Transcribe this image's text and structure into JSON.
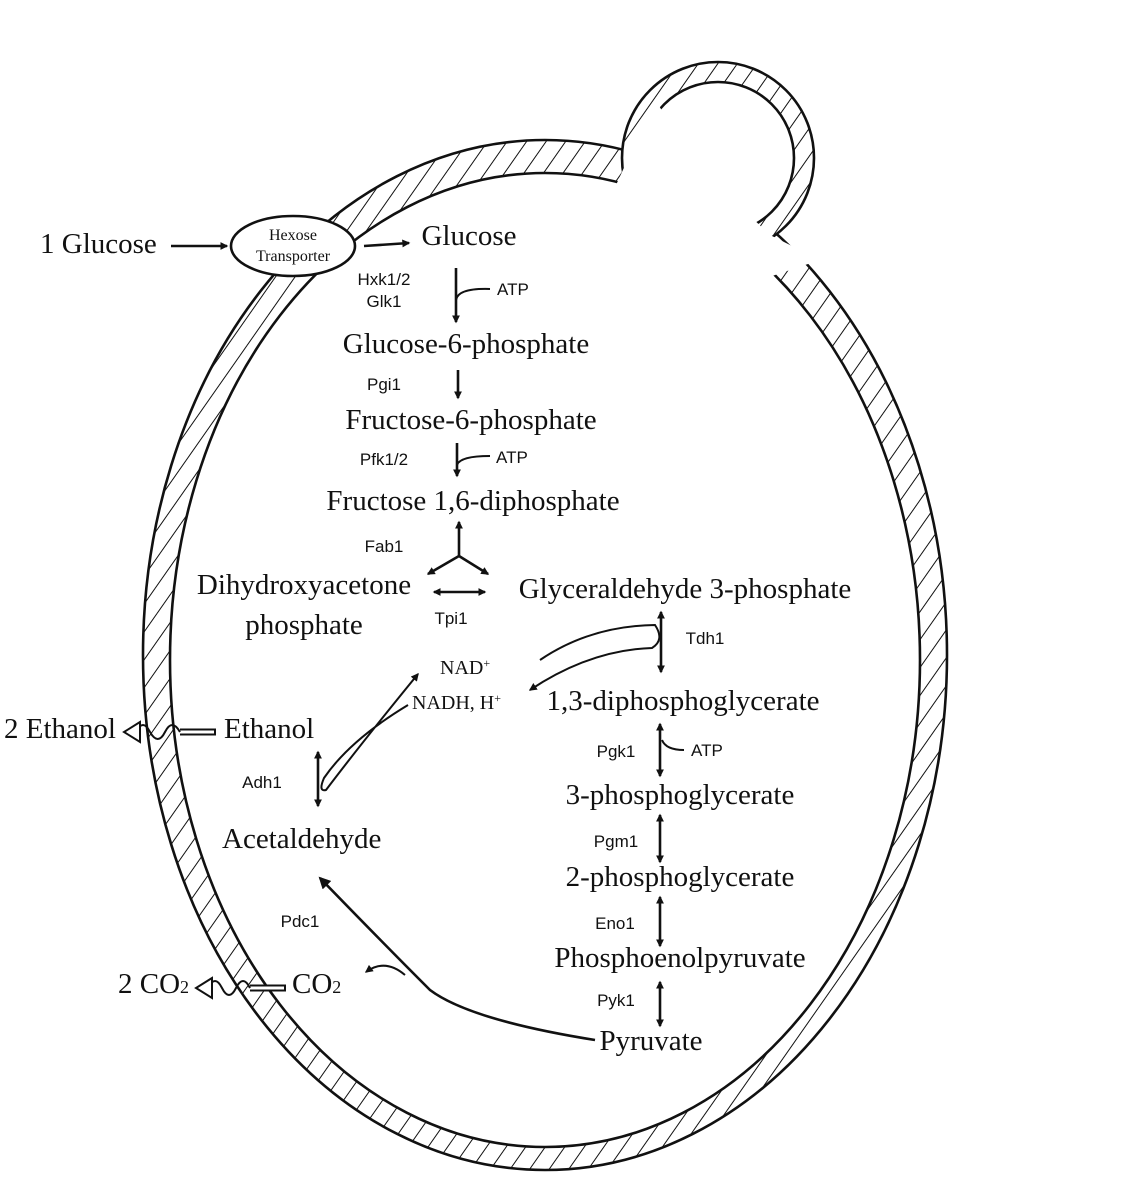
{
  "colors": {
    "ink": "#111111",
    "background": "#ffffff"
  },
  "external": {
    "glucose_in": "1 Glucose",
    "ethanol_out": "2 Ethanol",
    "co2_out_prefix": "2 CO",
    "co2_out_sub": "2"
  },
  "transporter": {
    "line1": "Hexose",
    "line2": "Transporter"
  },
  "metabolites": {
    "glucose": "Glucose",
    "g6p": "Glucose-6-phosphate",
    "f6p": "Fructose-6-phosphate",
    "f16bp": "Fructose 1,6-diphosphate",
    "dhap_line1": "Dihydroxyacetone",
    "dhap_line2": "phosphate",
    "g3p": "Glyceraldehyde 3-phosphate",
    "bpg13": "1,3-diphosphoglycerate",
    "pg3": "3-phosphoglycerate",
    "pg2": "2-phosphoglycerate",
    "pep": "Phosphoenolpyruvate",
    "pyruvate": "Pyruvate",
    "acetaldehyde": "Acetaldehyde",
    "ethanol": "Ethanol",
    "co2_prefix": "CO",
    "co2_sub": "2"
  },
  "enzymes": {
    "hxk": "Hxk1/2",
    "glk": "Glk1",
    "pgi": "Pgi1",
    "pfk": "Pfk1/2",
    "fab": "Fab1",
    "tpi": "Tpi1",
    "tdh": "Tdh1",
    "pgk": "Pgk1",
    "pgm": "Pgm1",
    "eno": "Eno1",
    "pyk": "Pyk1",
    "adh": "Adh1",
    "pdc": "Pdc1"
  },
  "cofactors": {
    "atp1": "ATP",
    "atp2": "ATP",
    "atp3": "ATP",
    "nad": "NAD",
    "nad_sup": "+",
    "nadh": "NADH, H",
    "nadh_sup": "+"
  }
}
